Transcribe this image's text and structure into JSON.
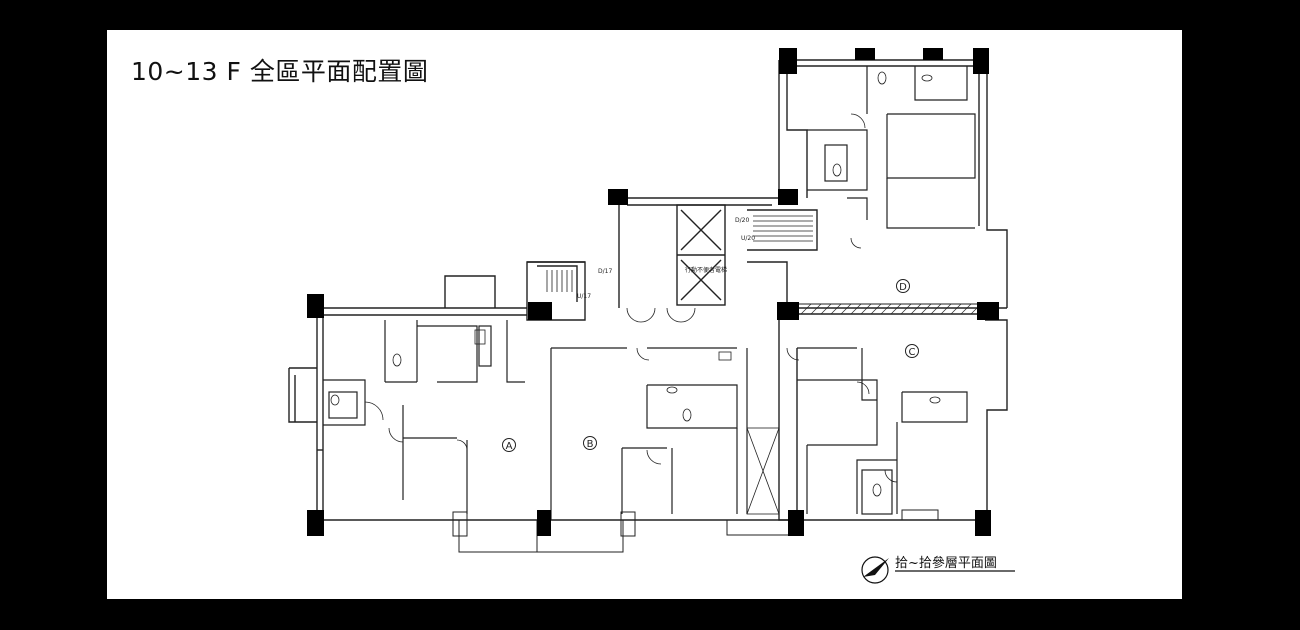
{
  "title": "10~13 F  全區平面配置圖",
  "units": [
    "A",
    "B",
    "C",
    "D"
  ],
  "stair_labels": {
    "d17": "D/17",
    "u17": "U/17",
    "d20": "D/20",
    "u20": "U/20"
  },
  "elevator_note": "行動不便者電梯",
  "legend_text": "拾~拾參層平面圖",
  "icons": [
    "north-arrow-icon"
  ]
}
